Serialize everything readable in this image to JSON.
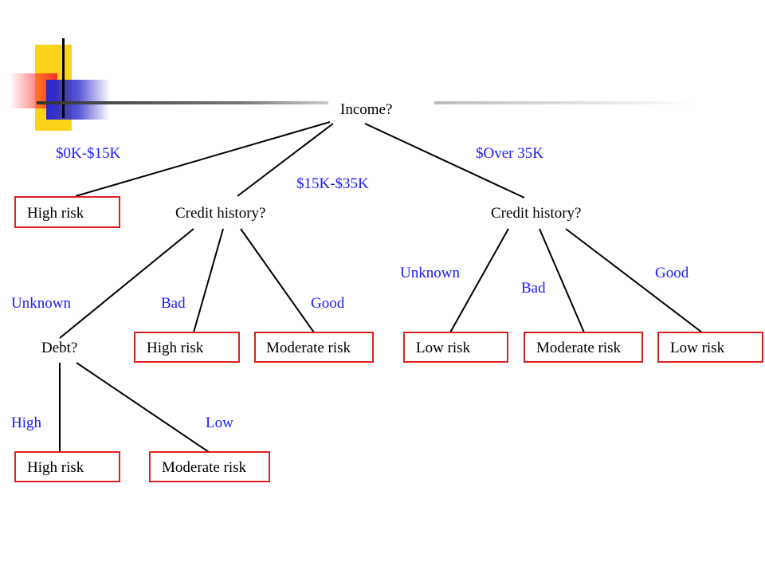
{
  "tree": {
    "root": {
      "label": "Income?"
    },
    "income_branches": {
      "low": "$0K-$15K",
      "mid": "$15K-$35K",
      "high": "$Over 35K"
    },
    "credit_mid": {
      "label": "Credit history?"
    },
    "credit_high": {
      "label": "Credit history?"
    },
    "credit_mid_branches": {
      "unknown": "Unknown",
      "bad": "Bad",
      "good": "Good"
    },
    "credit_high_branches": {
      "unknown": "Unknown",
      "bad": "Bad",
      "good": "Good"
    },
    "debt": {
      "label": "Debt?"
    },
    "debt_branches": {
      "high": "High",
      "low": "Low"
    },
    "leaves": {
      "income_low": "High risk",
      "mid_bad": "High risk",
      "mid_good": "Moderate risk",
      "high_unknown": "Low risk",
      "high_bad": "Moderate risk",
      "high_good": "Low risk",
      "debt_high": "High risk",
      "debt_low": "Moderate risk"
    }
  },
  "colors": {
    "branch_label": "#1a1aff",
    "leaf_border": "#e02020",
    "decor_yellow": "#ffd21a",
    "decor_red": "#ff3a3a",
    "decor_blue": "#3232d0"
  }
}
